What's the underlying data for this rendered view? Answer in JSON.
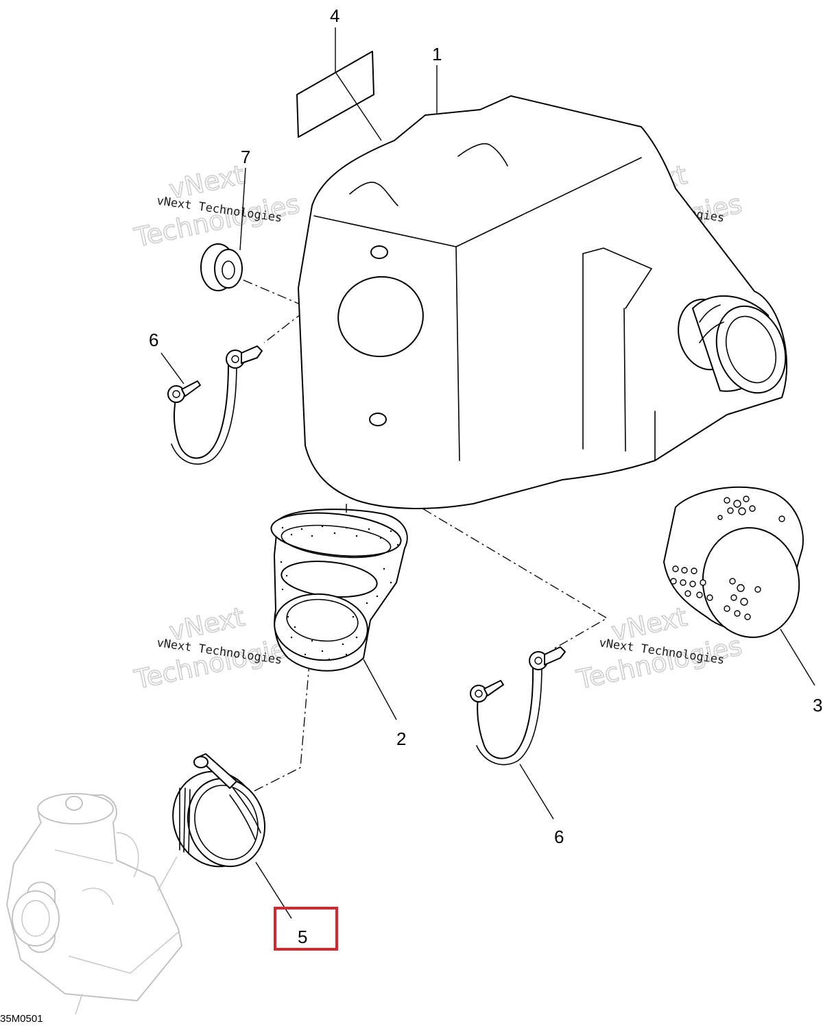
{
  "callouts": [
    {
      "id": "1",
      "label": "1"
    },
    {
      "id": "2",
      "label": "2"
    },
    {
      "id": "3",
      "label": "3"
    },
    {
      "id": "4",
      "label": "4"
    },
    {
      "id": "5",
      "label": "5",
      "highlighted": true
    },
    {
      "id": "6a",
      "label": "6"
    },
    {
      "id": "6b",
      "label": "6"
    },
    {
      "id": "7",
      "label": "7"
    }
  ],
  "watermark": {
    "line": "vNext Technologies",
    "word1": "vNext",
    "word2": "Technologies"
  },
  "drawing_code": "35M0501",
  "highlight_color": "#d7262e"
}
